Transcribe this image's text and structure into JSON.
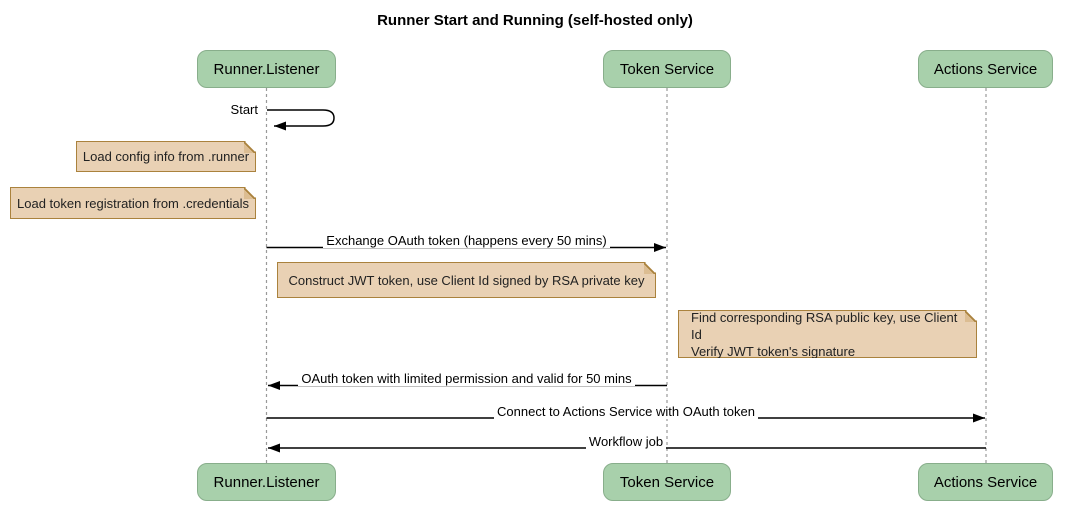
{
  "diagram": {
    "type": "sequence",
    "title": "Runner Start and Running (self-hosted only)"
  },
  "participants": [
    {
      "label": "Runner.Listener"
    },
    {
      "label": "Token Service"
    },
    {
      "label": "Actions Service"
    }
  ],
  "messages": [
    {
      "label": "Start",
      "from": "Runner.Listener",
      "to": "Runner.Listener",
      "kind": "self-message",
      "arrow": "solid-filled"
    },
    {
      "label": "Exchange OAuth token (happens every 50 mins)",
      "from": "Runner.Listener",
      "to": "Token Service",
      "kind": "message",
      "arrow": "solid-filled"
    },
    {
      "label": "OAuth token with limited permission and valid for 50 mins",
      "from": "Token Service",
      "to": "Runner.Listener",
      "kind": "message",
      "arrow": "solid-filled"
    },
    {
      "label": "Connect to Actions Service with OAuth token",
      "from": "Runner.Listener",
      "to": "Actions Service",
      "kind": "message",
      "arrow": "solid-filled"
    },
    {
      "label": "Workflow job",
      "from": "Actions Service",
      "to": "Runner.Listener",
      "kind": "message",
      "arrow": "solid-filled"
    }
  ],
  "notes": [
    {
      "text": "Load config info from .runner",
      "position": "left of Runner.Listener"
    },
    {
      "text": "Load token registration from .credentials",
      "position": "left of Runner.Listener"
    },
    {
      "text": "Construct JWT token, use Client Id signed by RSA private key",
      "position": "over Runner.Listener and Token Service"
    },
    {
      "lines": [
        "Find corresponding RSA public key, use Client Id",
        "Verify JWT token's signature"
      ],
      "position": "left of Actions Service"
    }
  ],
  "colors": {
    "participant_fill": "#a8d0ab",
    "participant_border": "#88ae8b",
    "note_fill": "#e9d1b4",
    "note_border": "#aa823d",
    "lifeline": "#999999",
    "arrow": "#000000"
  }
}
